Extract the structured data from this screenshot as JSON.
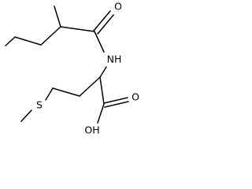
{
  "molecule": {
    "atoms": {
      "carbonyl_oxygen": "O",
      "amide_nitrogen": "NH",
      "thioether_sulfur": "S",
      "acid_oxygen": "O",
      "hydroxyl": "OH"
    },
    "colors": {
      "bond": "#000000",
      "label": "#000000",
      "background": "#ffffff"
    }
  }
}
